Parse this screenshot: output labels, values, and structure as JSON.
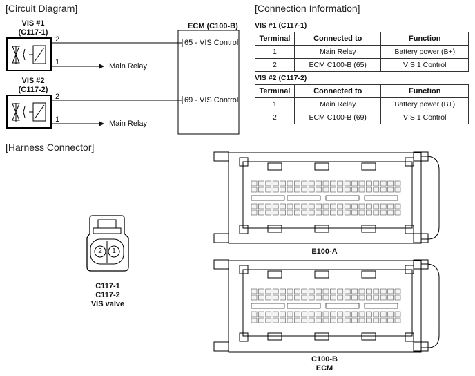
{
  "sections": {
    "circuit": "[Circuit Diagram]",
    "connection": "[Connection Information]",
    "harness": "[Harness Connector]"
  },
  "circuit": {
    "vis1": {
      "name": "VIS #1",
      "code": "(C117-1)",
      "pin_top": "2",
      "pin_bottom": "1",
      "relay": "Main Relay"
    },
    "vis2": {
      "name": "VIS #2",
      "code": "(C117-2)",
      "pin_top": "2",
      "pin_bottom": "1",
      "relay": "Main Relay"
    },
    "ecm": {
      "title": "ECM (C100-B)",
      "pin1": "65 - VIS Control",
      "pin2": "69 - VIS Control"
    }
  },
  "tables": [
    {
      "caption": "VIS #1 (C117-1)",
      "headers": [
        "Terminal",
        "Connected to",
        "Function"
      ],
      "rows": [
        [
          "1",
          "Main Relay",
          "Battery power (B+)"
        ],
        [
          "2",
          "ECM C100-B (65)",
          "VIS 1 Control"
        ]
      ]
    },
    {
      "caption": "VIS #2 (C117-2)",
      "headers": [
        "Terminal",
        "Connected to",
        "Function"
      ],
      "rows": [
        [
          "1",
          "Main Relay",
          "Battery power (B+)"
        ],
        [
          "2",
          "ECM C100-B (69)",
          "VIS 1 Control"
        ]
      ]
    }
  ],
  "harness": {
    "vis_connector": {
      "pin_left": "2",
      "pin_right": "1",
      "label1": "C117-1",
      "label2": "C117-2",
      "label3": "VIS valve"
    },
    "ecm_a": {
      "label": "E100-A"
    },
    "ecm_b": {
      "label1": "C100-B",
      "label2": "ECM"
    }
  }
}
